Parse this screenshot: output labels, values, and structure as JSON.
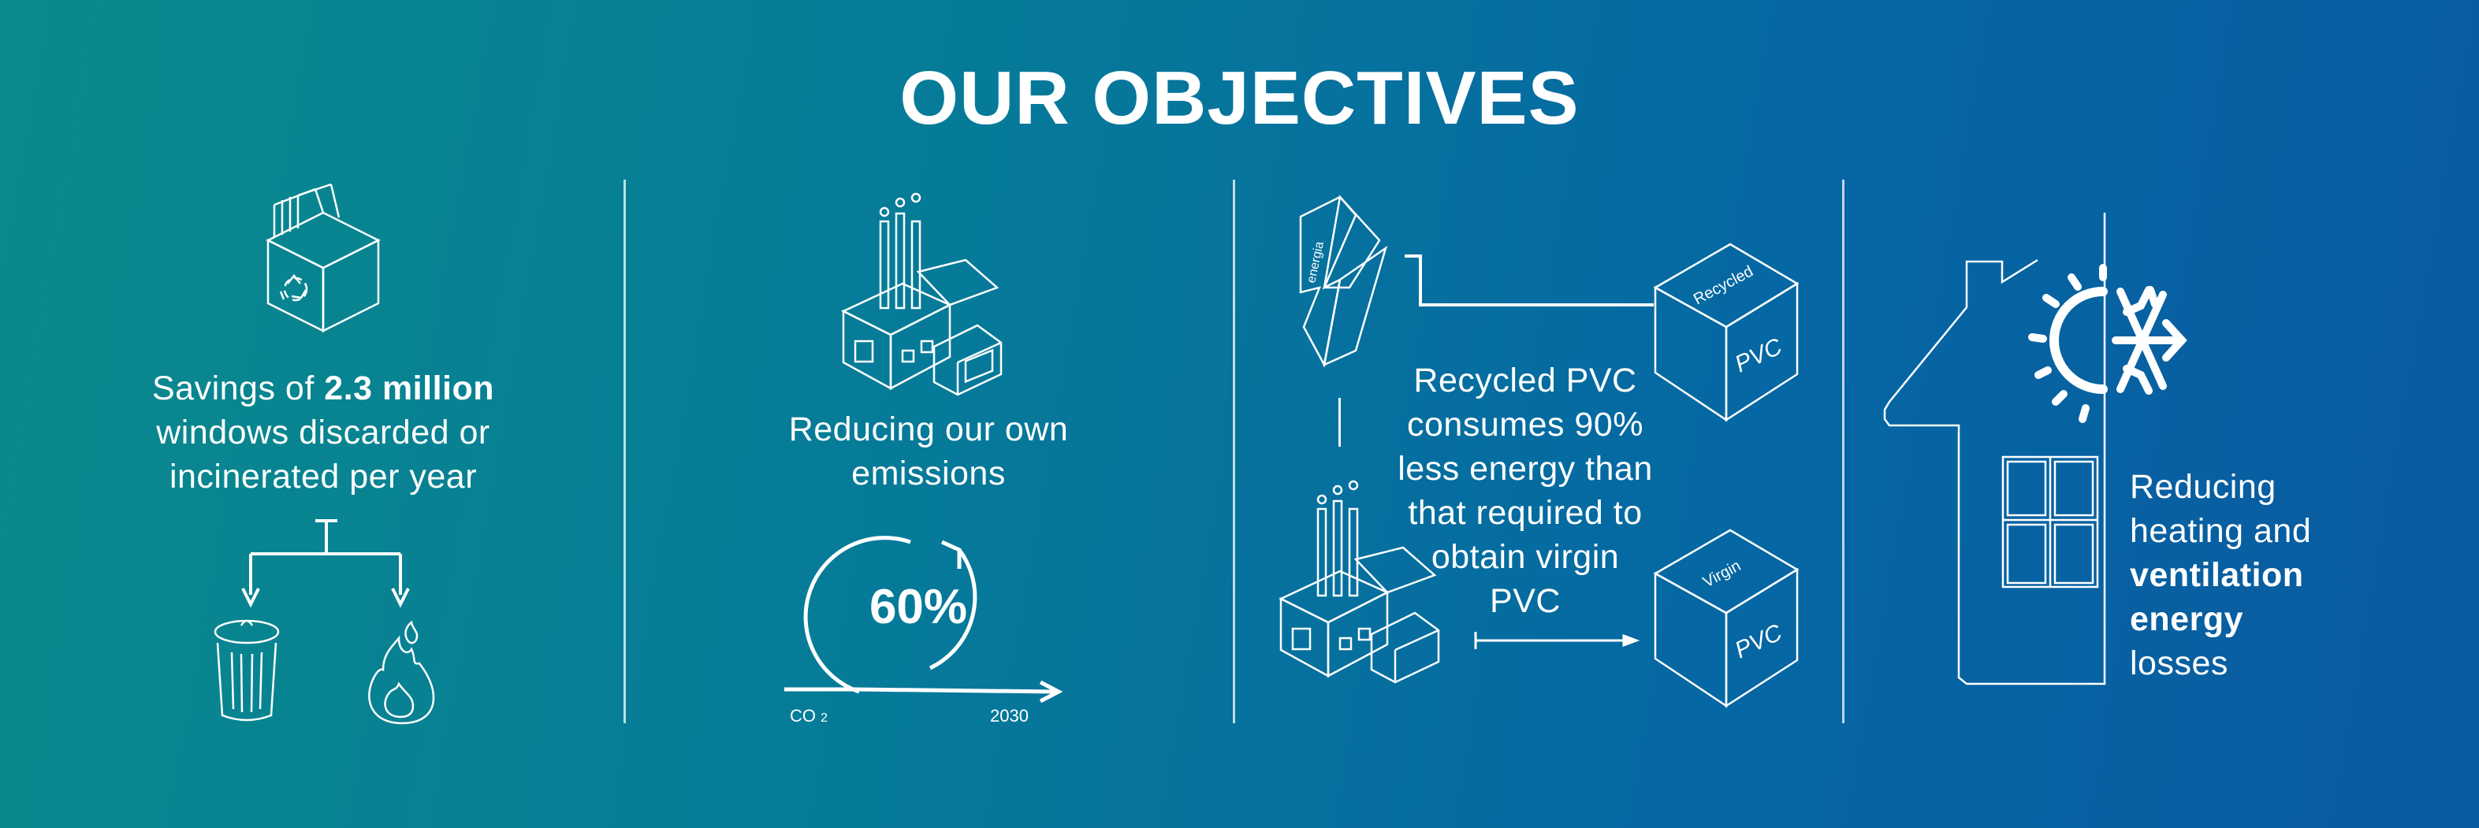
{
  "title": "OUR OBJECTIVES",
  "panel1": {
    "text_prefix": "Savings of ",
    "text_bold": "2.3 million",
    "text_line2": "windows discarded or",
    "text_line3": "incinerated per year"
  },
  "panel2": {
    "text_line1": "Reducing our own",
    "text_line2": "emissions",
    "percent": "60%",
    "co2_label": "CO",
    "co2_sub": "2",
    "year_label": "2030"
  },
  "panel3": {
    "text_lines": [
      "Recycled PVC",
      "consumes 90%",
      "less energy than",
      "that required to",
      "obtain virgin",
      "PVC"
    ],
    "energy_label": "energia",
    "box_top_label": "Recycled",
    "box_top_material": "PVC",
    "box_bottom_label": "Virgin",
    "box_bottom_material": "PVC"
  },
  "panel4": {
    "text_line1": "Reducing",
    "text_line2": "heating and",
    "text_bold1": "ventilation",
    "text_bold2": "energy",
    "text_line5": "losses"
  },
  "colors": {
    "foreground": "#ffffff",
    "gradient_start": "#0a8a8c",
    "gradient_end": "#0a5aa0"
  },
  "icons": [
    "recycle-box-icon",
    "trash-bin-icon",
    "fire-icon",
    "factory-icon",
    "cycle-arrow-icon",
    "lightning-energy-icon",
    "cube-icon",
    "house-icon",
    "sun-snowflake-icon"
  ]
}
